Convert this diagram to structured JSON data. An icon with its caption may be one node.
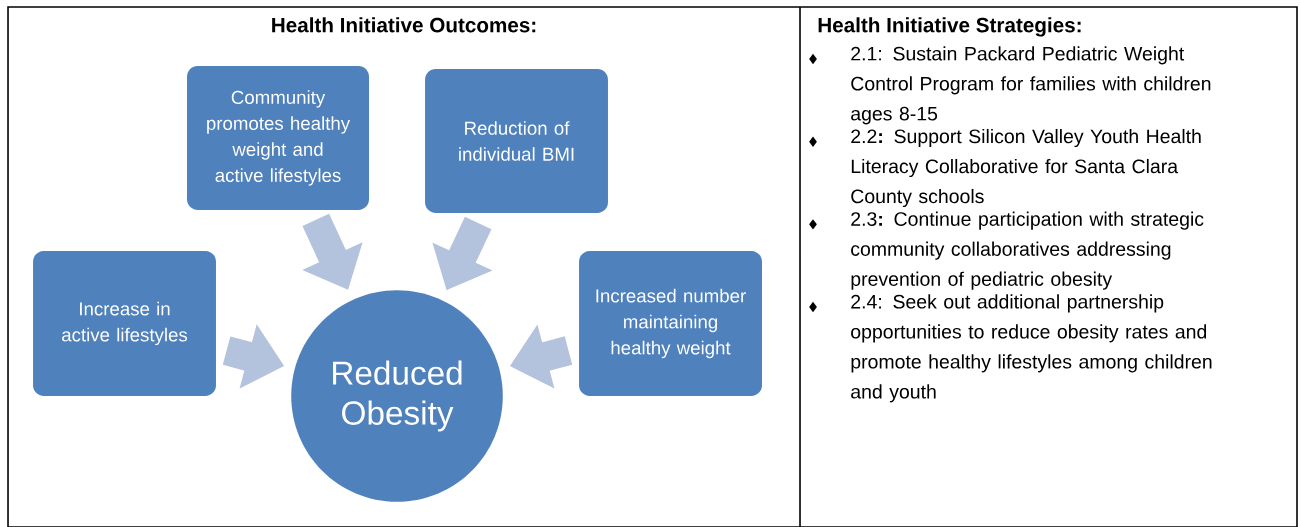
{
  "diagram": {
    "nodes": [
      {
        "text": [
          "Community promotes healthy weight and active lifestyles"
        ]
      },
      {
        "text": [
          "Reduction of individual BMI"
        ]
      },
      {
        "text": [
          "Increase in active lifestyles"
        ]
      },
      {
        "text": [
          "Reduced Obesity"
        ]
      },
      {
        "text": [
          "Increased number maintaining healthy weight"
        ]
      }
    ],
    "edges": [
      {
        "from": 0,
        "to": 3,
        "arrow": "to"
      },
      {
        "from": 1,
        "to": 3,
        "arrow": "to"
      },
      {
        "from": 2,
        "to": 3,
        "arrow": "to"
      },
      {
        "from": 4,
        "to": 3,
        "arrow": "to"
      }
    ],
    "labels": [
      "Health Initiative Outcomes:",
      "Health Initiative Strategies:",
      "2.1: Sustain Packard Pediatric Weight Control Program for families with children ages 8-15",
      "2.2**:** Support Silicon Valley Youth Health Literacy Collaborative for Santa Clara County schools",
      "2.3**:** Continue participation with strategic community collaboratives addressing prevention of pediatric obesity",
      "2.4: Seek out additional partnership opportunities to reduce obesity rates and promote healthy lifestyles among children and youth"
    ]
  }
}
